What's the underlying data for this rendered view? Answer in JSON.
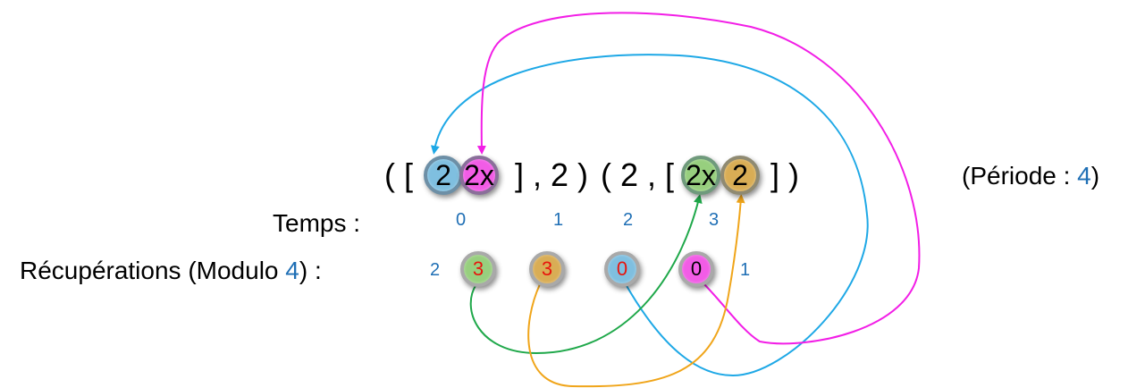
{
  "formula": {
    "open_paren": "(",
    "open_bracket": "[",
    "n1": "2",
    "n2": "2x",
    "close1": "] , 2 )",
    "mid": "( 2 , [",
    "n3": "2x",
    "n4": "2",
    "close2": "] )"
  },
  "periode": {
    "prefix": "(Période : ",
    "value": "4",
    "suffix": ")"
  },
  "temps": {
    "label": "Temps :",
    "values": [
      "0",
      "1",
      "2",
      "3"
    ]
  },
  "recup": {
    "label_prefix": "Récupérations (Modulo ",
    "label_value": "4",
    "label_suffix": ") :",
    "left_value": "2",
    "right_value": "1",
    "circles": [
      "3",
      "3",
      "0",
      "0"
    ]
  },
  "colors": {
    "blue_arrow": "#1ea8e6",
    "pink_arrow": "#f21ee6",
    "green_arrow": "#1fa84a",
    "gold_arrow": "#f0a51a",
    "blue_text": "#1f6fb5",
    "red_text": "#e8140c"
  }
}
